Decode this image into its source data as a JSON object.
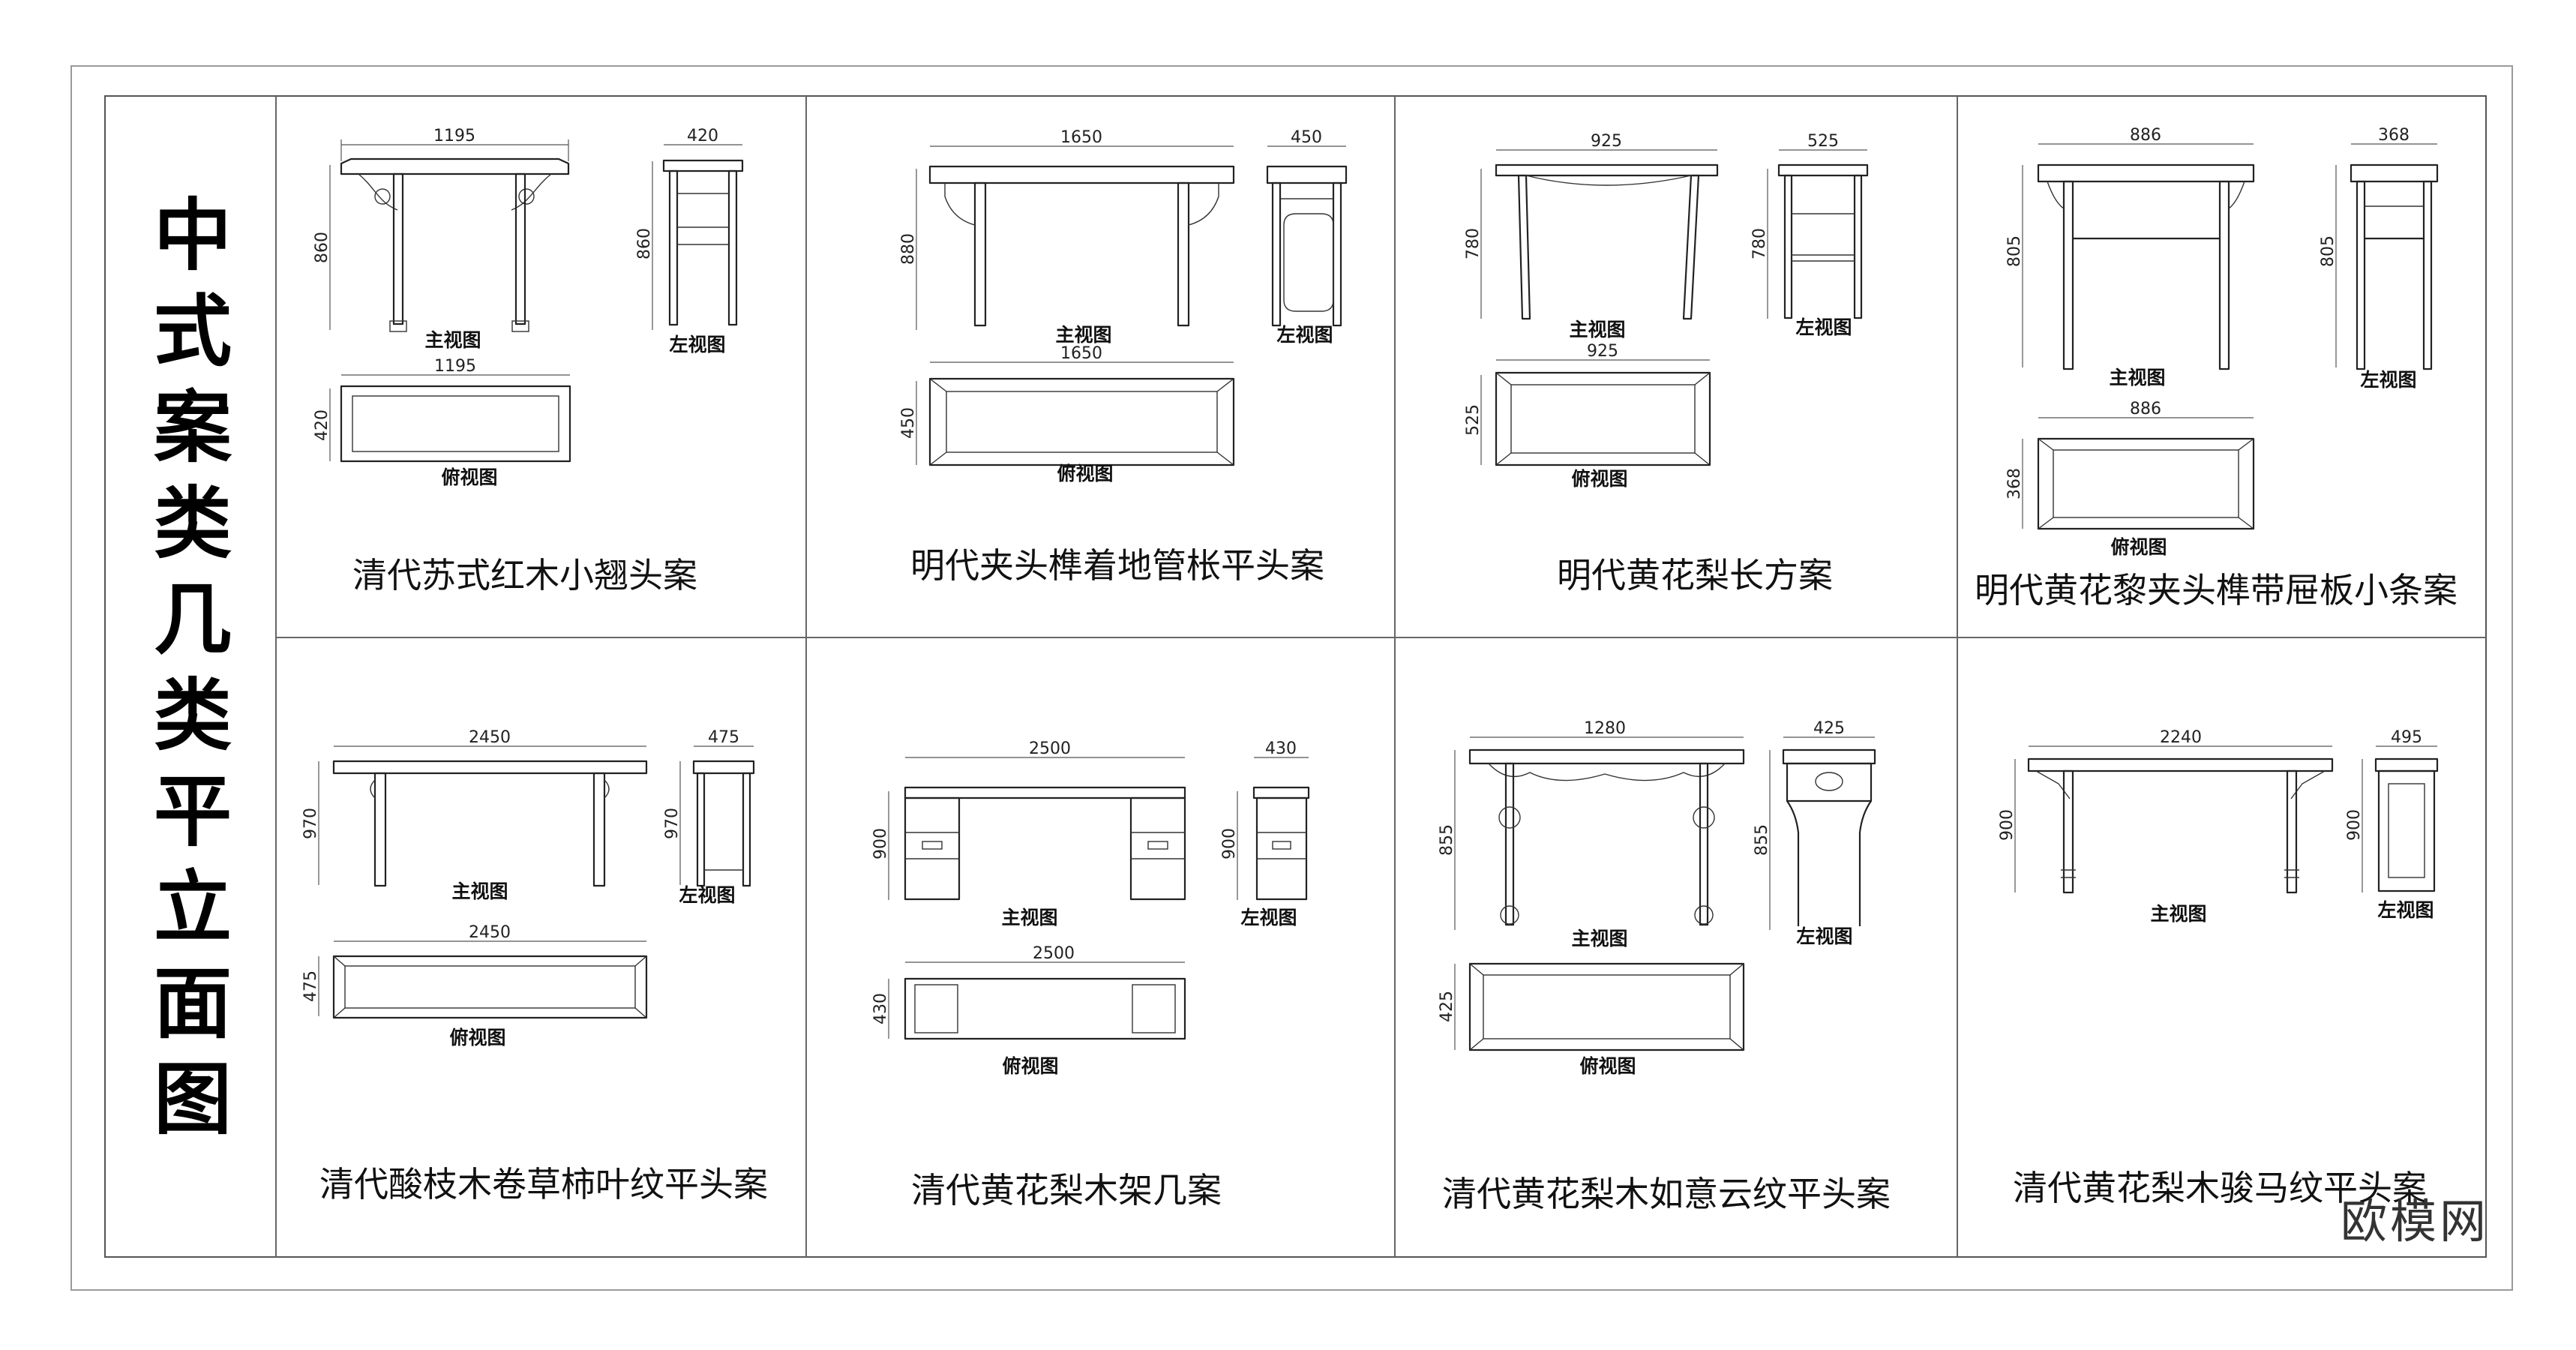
{
  "sheet": {
    "title": "中式案类几类平立面图",
    "watermark": "欧模网"
  },
  "view_labels": {
    "front": "主视图",
    "side": "左视图",
    "top": "俯视图"
  },
  "panels": [
    {
      "name": "清代苏式红木小翘头案",
      "front_width": "1195",
      "height": "860",
      "side_width": "420",
      "top_width": "1195",
      "top_depth": "420"
    },
    {
      "name": "明代夹头榫着地管枨平头案",
      "front_width": "1650",
      "height": "880",
      "side_width": "450",
      "top_width": "1650",
      "top_depth": "450"
    },
    {
      "name": "明代黄花梨长方案",
      "front_width": "925",
      "height": "780",
      "side_width": "525",
      "top_width": "925",
      "top_depth": "525"
    },
    {
      "name": "明代黄花黎夹头榫带屉板小条案",
      "front_width": "886",
      "height": "805",
      "side_width": "368",
      "top_width": "886",
      "top_depth": "368"
    },
    {
      "name": "清代酸枝木卷草柿叶纹平头案",
      "front_width": "2450",
      "height": "970",
      "side_width": "475",
      "top_width": "2450",
      "top_depth": "475"
    },
    {
      "name": "清代黄花梨木架几案",
      "front_width": "2500",
      "height": "900",
      "side_width": "430",
      "top_width": "2500",
      "top_depth": "430"
    },
    {
      "name": "清代黄花梨木如意云纹平头案",
      "front_width": "1280",
      "height": "855",
      "side_width": "425",
      "top_width": "",
      "top_depth": "425"
    },
    {
      "name": "清代黄花梨木骏马纹平头案",
      "front_width": "2240",
      "height": "900",
      "side_width": "495",
      "top_width": "",
      "top_depth": ""
    }
  ]
}
